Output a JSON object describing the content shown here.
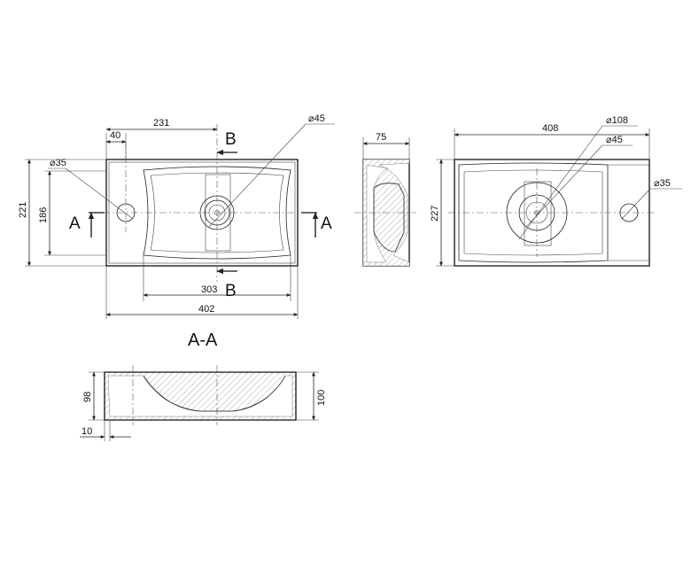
{
  "dimensions": {
    "top_view": {
      "offset_hole": "40",
      "center_offset": "231",
      "overflow_dia": "⌀45",
      "tap_hole_dia": "⌀35",
      "outer_depth": "221",
      "inner_depth": "186",
      "bowl_width": "303",
      "total_width": "402"
    },
    "side_view": {
      "thickness": "75"
    },
    "bottom_view": {
      "total_width": "408",
      "outer_dia": "⌀108",
      "drain_dia": "⌀45",
      "tap_hole_dia": "⌀35",
      "depth": "227"
    },
    "section_view": {
      "inner_height": "98",
      "outer_height": "100",
      "wall_thickness": "10"
    }
  },
  "section_marks": {
    "a_left": "A",
    "a_right": "A",
    "b_top": "B",
    "b_bottom": "B",
    "section_title": "A-A"
  }
}
